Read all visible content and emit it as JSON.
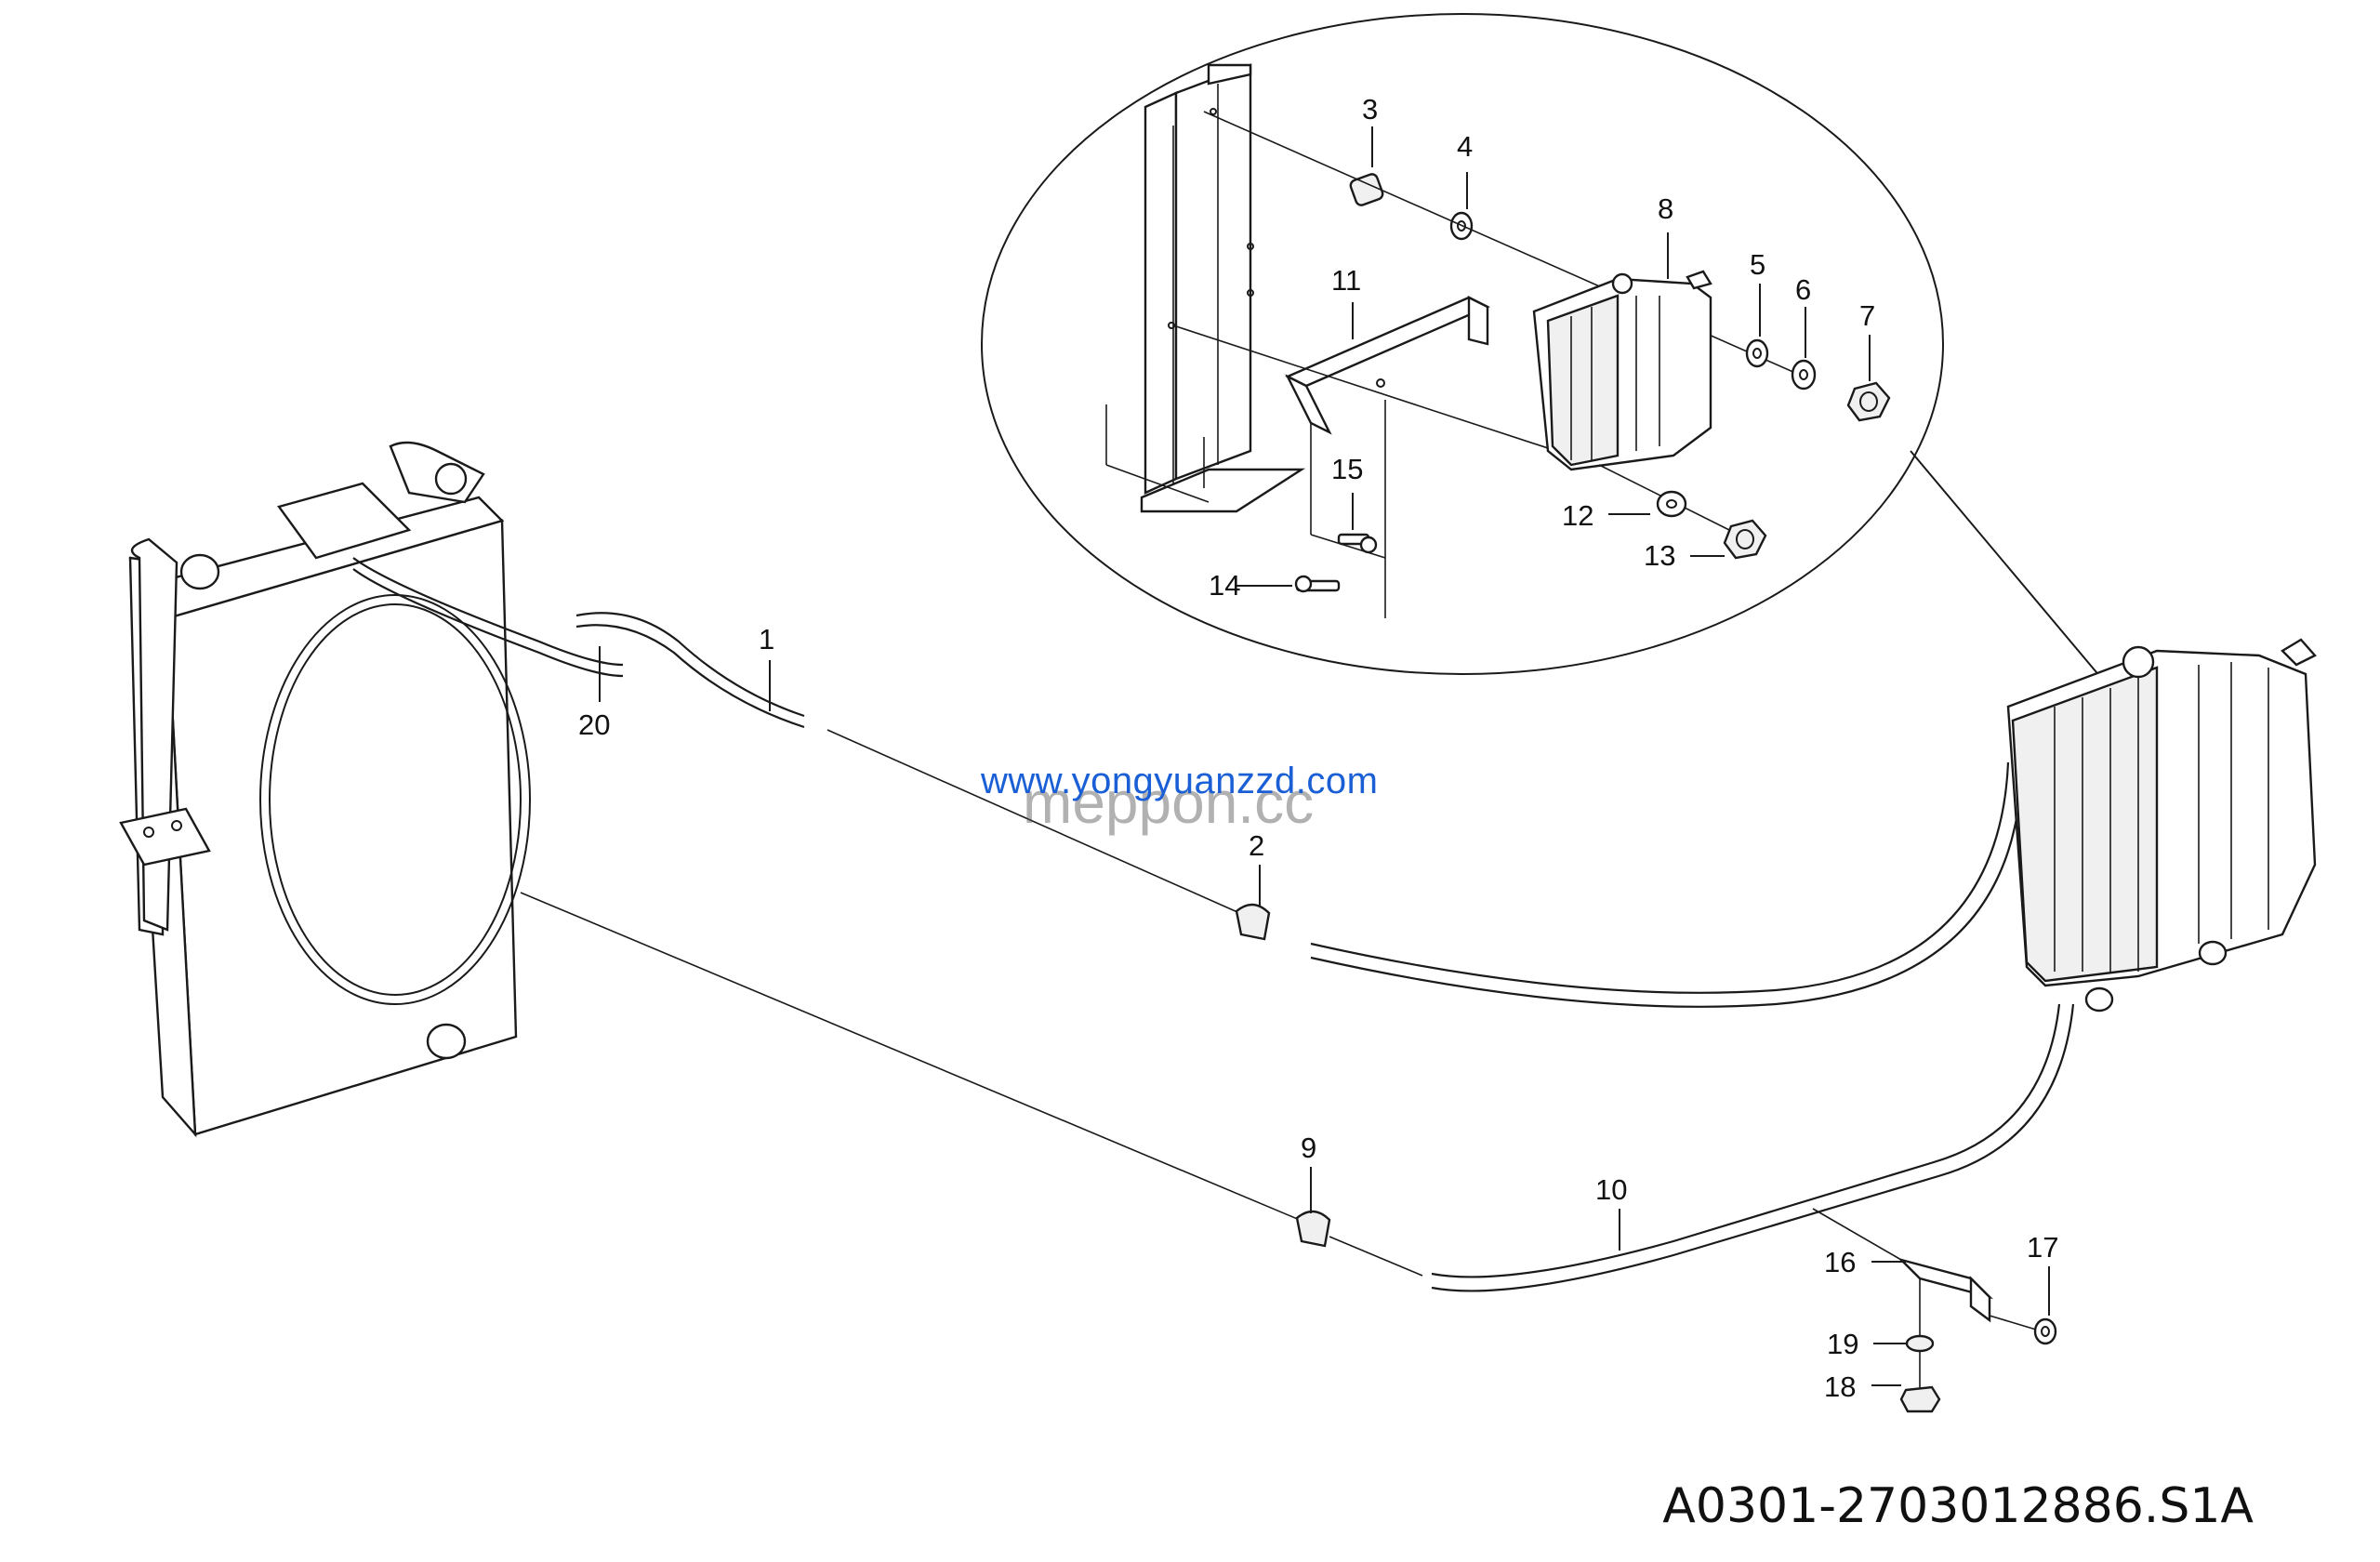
{
  "callouts": [
    "1",
    "2",
    "3",
    "4",
    "5",
    "6",
    "7",
    "8",
    "9",
    "10",
    "11",
    "12",
    "13",
    "14",
    "15",
    "16",
    "17",
    "18",
    "19",
    "20"
  ],
  "watermark": {
    "url": "www.yongyuanzzd.com",
    "brand": "meppon.cc"
  },
  "document_code": "A0301-2703012886.S1A",
  "colors": {
    "line": "#1a1a1a",
    "watermark_url": "#1a5fd6",
    "background": "#ffffff"
  }
}
